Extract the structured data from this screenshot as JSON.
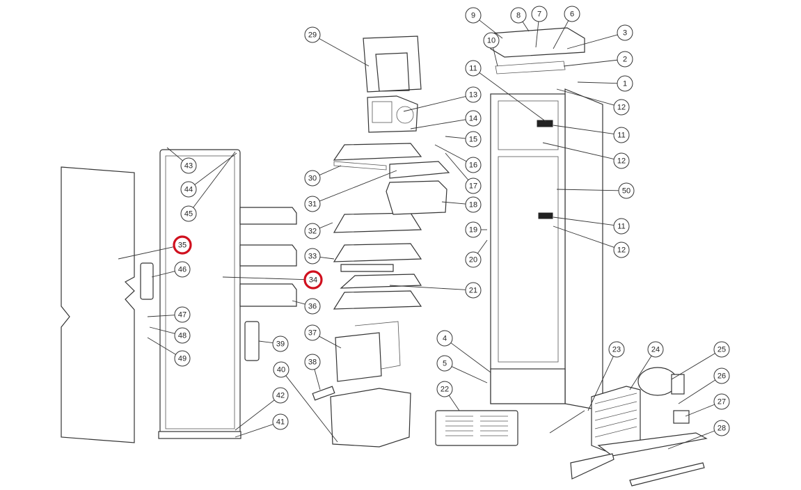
{
  "diagram": {
    "title": "Refrigerator exploded parts view",
    "highlight_color": "#d0101e",
    "callouts": [
      {
        "label": "29"
      },
      {
        "label": "9"
      },
      {
        "label": "8"
      },
      {
        "label": "7"
      },
      {
        "label": "6"
      },
      {
        "label": "3"
      },
      {
        "label": "10"
      },
      {
        "label": "2"
      },
      {
        "label": "11"
      },
      {
        "label": "1"
      },
      {
        "label": "13"
      },
      {
        "label": "12"
      },
      {
        "label": "14"
      },
      {
        "label": "11"
      },
      {
        "label": "15"
      },
      {
        "label": "16"
      },
      {
        "label": "12"
      },
      {
        "label": "17"
      },
      {
        "label": "50"
      },
      {
        "label": "18"
      },
      {
        "label": "30"
      },
      {
        "label": "31"
      },
      {
        "label": "43"
      },
      {
        "label": "44"
      },
      {
        "label": "45"
      },
      {
        "label": "35",
        "highlighted": true
      },
      {
        "label": "32"
      },
      {
        "label": "11"
      },
      {
        "label": "19"
      },
      {
        "label": "33"
      },
      {
        "label": "12"
      },
      {
        "label": "20"
      },
      {
        "label": "46"
      },
      {
        "label": "34",
        "highlighted": true
      },
      {
        "label": "21"
      },
      {
        "label": "36"
      },
      {
        "label": "47"
      },
      {
        "label": "48"
      },
      {
        "label": "39"
      },
      {
        "label": "49"
      },
      {
        "label": "37"
      },
      {
        "label": "4"
      },
      {
        "label": "23"
      },
      {
        "label": "24"
      },
      {
        "label": "25"
      },
      {
        "label": "5"
      },
      {
        "label": "38"
      },
      {
        "label": "40"
      },
      {
        "label": "26"
      },
      {
        "label": "22"
      },
      {
        "label": "27"
      },
      {
        "label": "42"
      },
      {
        "label": "41"
      },
      {
        "label": "28"
      }
    ]
  }
}
